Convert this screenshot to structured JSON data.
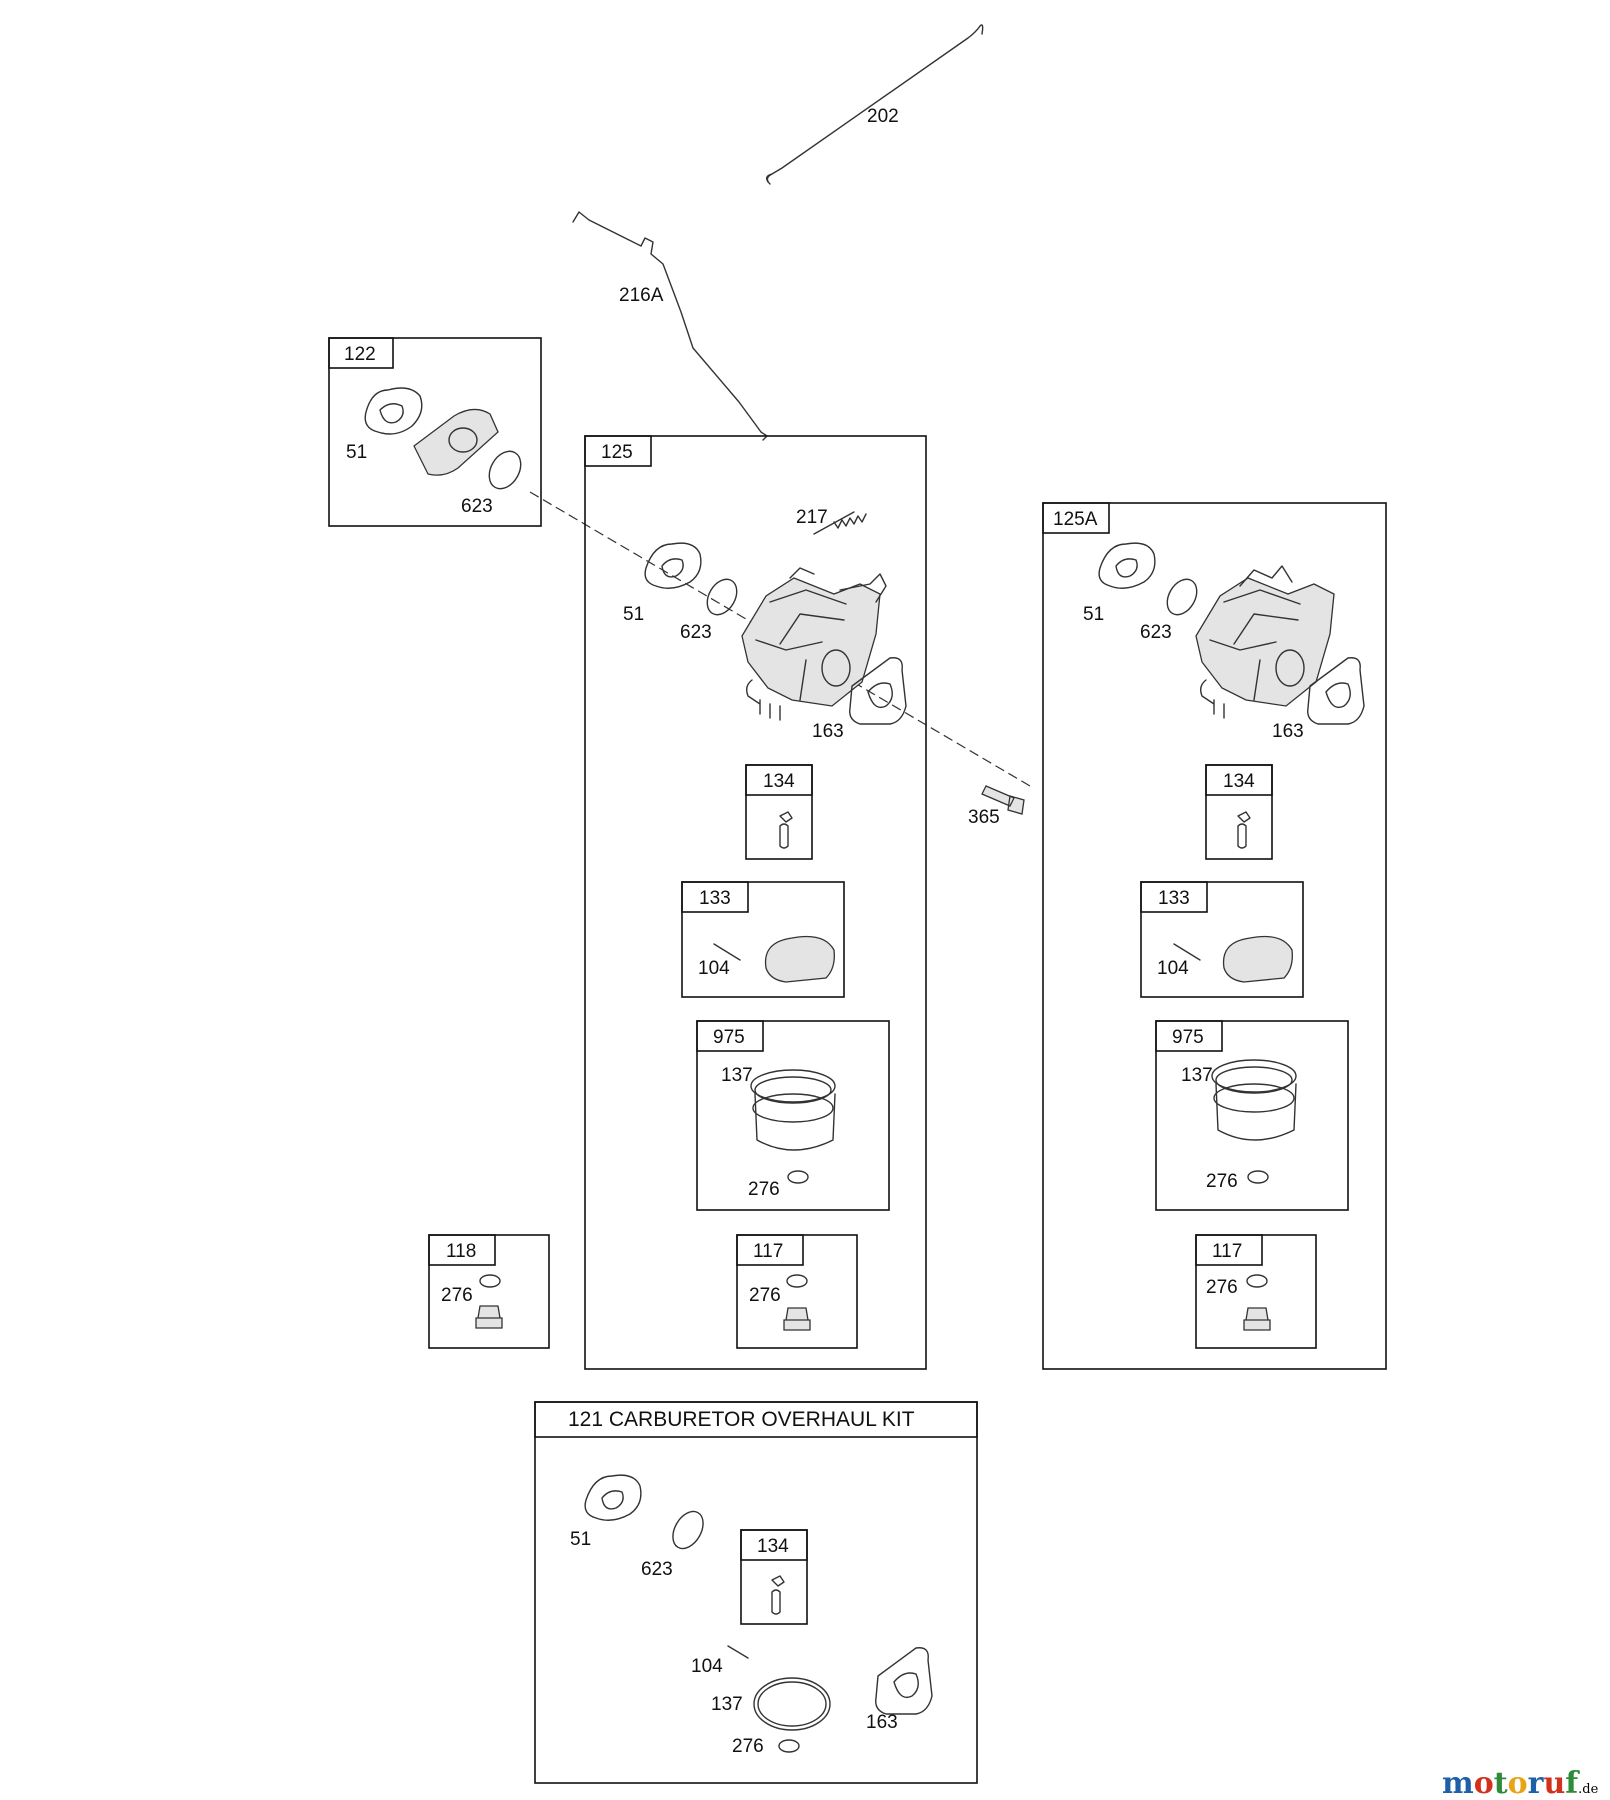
{
  "labels": {
    "rod_upper": "202",
    "rod_lower": "216A",
    "kit_122": {
      "id": "122",
      "gasket": "51",
      "oring": "623"
    },
    "kit_125": {
      "id": "125",
      "spring": "217",
      "gasket": "51",
      "oring": "623",
      "gasket_right": "163",
      "kit_134": "134",
      "kit_133": "133",
      "pin": "104",
      "kit_975": "975",
      "ring": "137",
      "washer": "276",
      "kit_117": "117",
      "kit_117_washer": "276"
    },
    "screw": "365",
    "kit_125A": {
      "id": "125A",
      "gasket": "51",
      "oring": "623",
      "gasket_right": "163",
      "kit_134": "134",
      "kit_133": "133",
      "pin": "104",
      "kit_975": "975",
      "ring": "137",
      "washer": "276",
      "kit_117": "117",
      "kit_117_washer": "276"
    },
    "kit_118": {
      "id": "118",
      "washer": "276"
    },
    "kit_121": {
      "title": "121 CARBURETOR OVERHAUL KIT",
      "gasket": "51",
      "oring": "623",
      "kit_134": "134",
      "pin": "104",
      "ring": "137",
      "gasket_right": "163",
      "washer": "276"
    }
  },
  "watermark": {
    "brand": "motoruf",
    "suffix": ".de"
  },
  "colors": {
    "logo_letters": [
      "#1f5fa8",
      "#d0321d",
      "#2e8b3a",
      "#e8a317",
      "#1f5fa8",
      "#d0321d",
      "#2e8b3a"
    ]
  }
}
